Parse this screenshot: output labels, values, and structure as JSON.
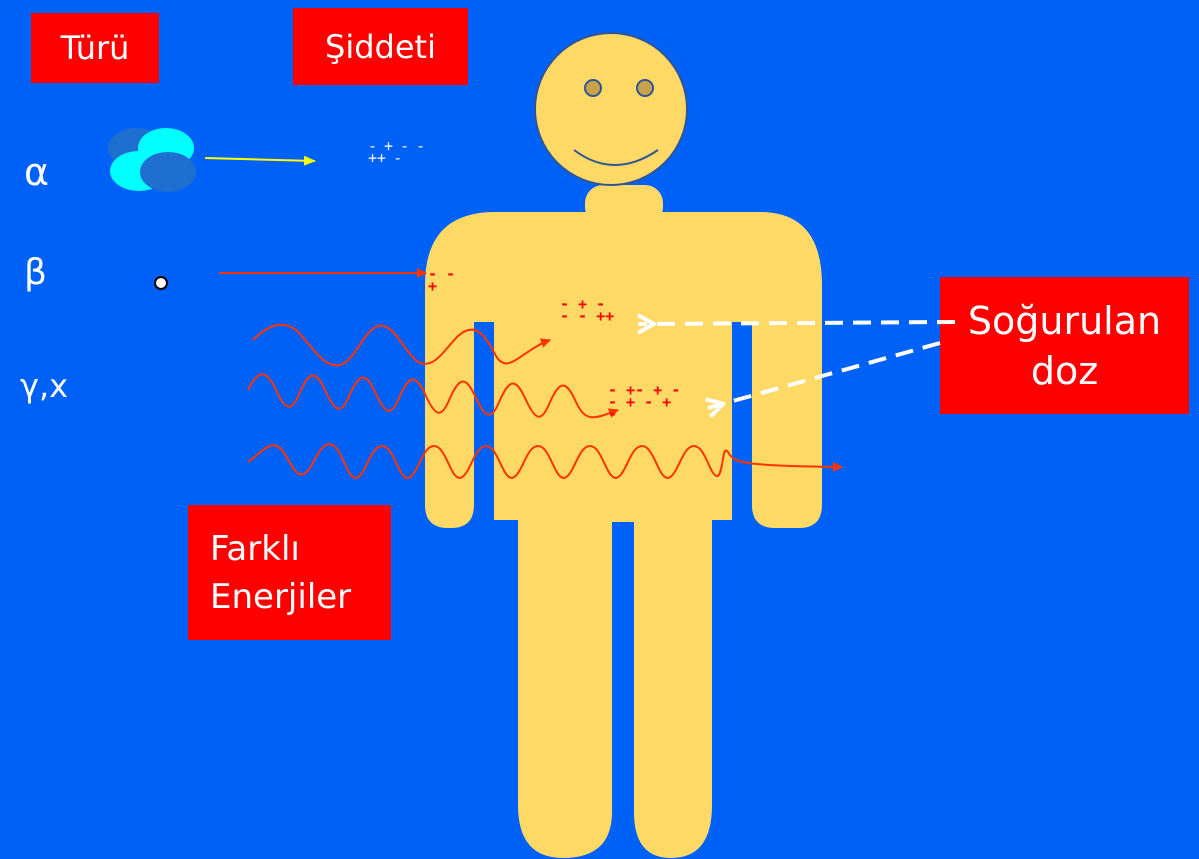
{
  "labels": {
    "type": "Türü",
    "intensity": "Şiddeti",
    "absorbed_dose_line1": "Soğurulan",
    "absorbed_dose_line2": "doz",
    "energies_line1": "Farklı",
    "energies_line2": "Enerjiler"
  },
  "radiation_types": {
    "alpha": "α",
    "beta": "β",
    "gamma_x": "γ,x"
  },
  "colors": {
    "background": "#0061F7",
    "label_box": "#FF0000",
    "body": "#FFD966",
    "ray": "#FF3300",
    "alpha_arrow": "#FFFF00"
  },
  "ion_marks": {
    "near_alpha": "- + - - ++ -",
    "beta_hit": "- - +",
    "cluster_upper": "- + - - - ++",
    "cluster_lower": "- +- + - - + - + -"
  }
}
